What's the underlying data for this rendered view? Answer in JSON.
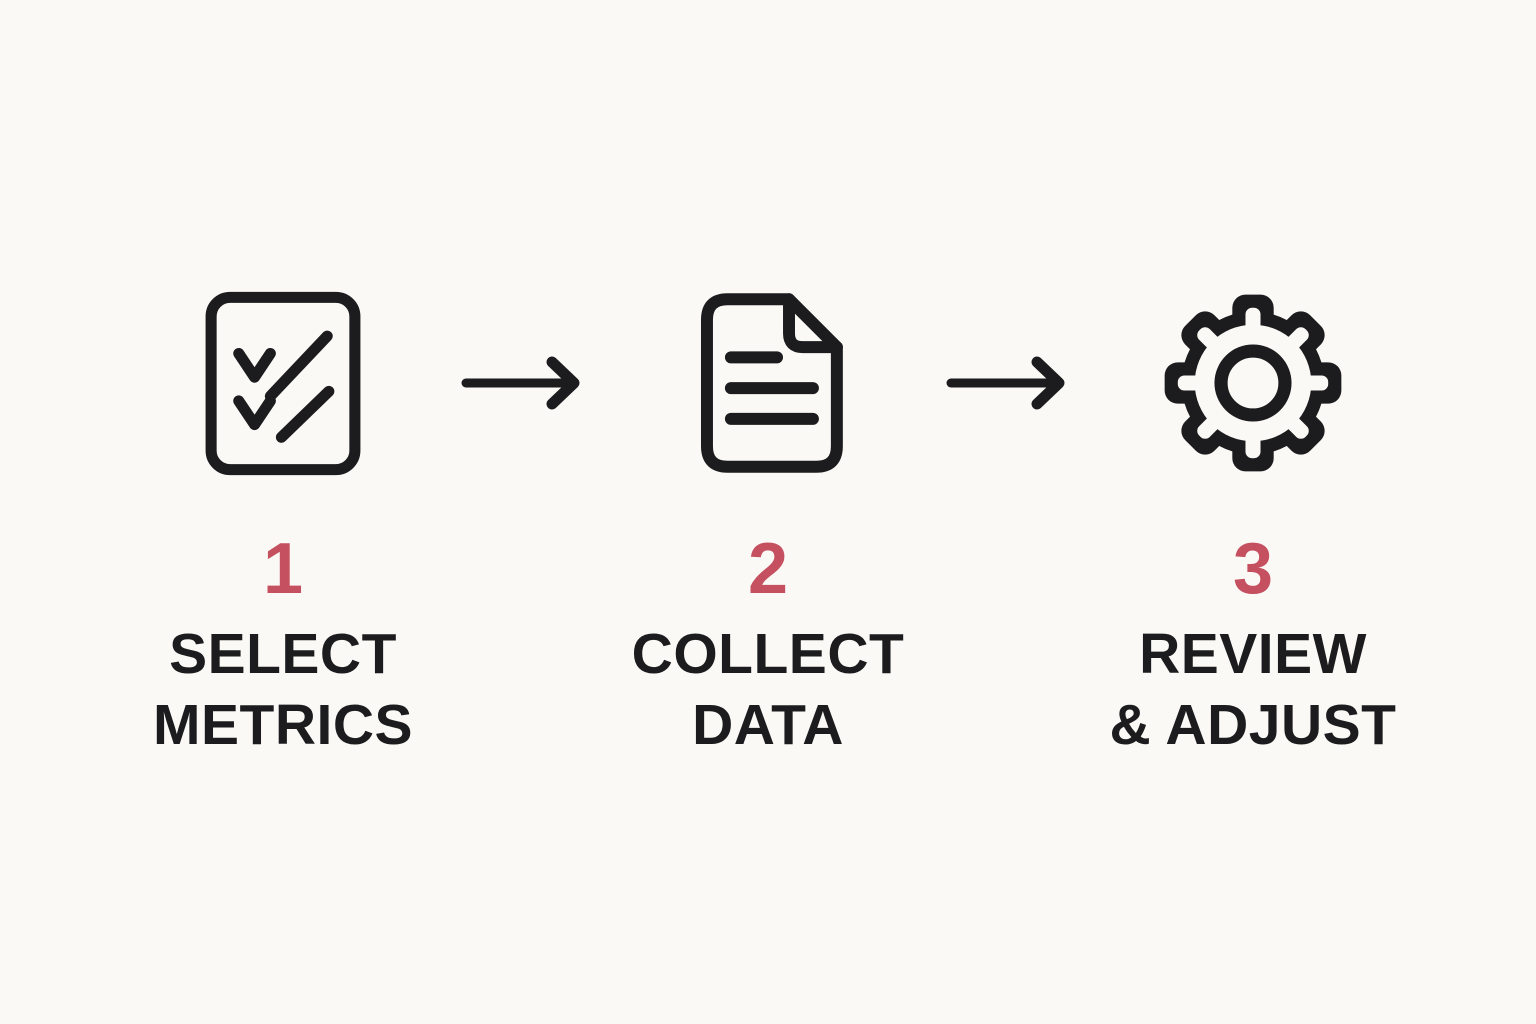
{
  "page": {
    "background": "#faf9f6",
    "ink_color": "#1c1c1e",
    "accent_color": "#c5505f"
  },
  "steps": [
    {
      "number": "1",
      "icon": "checklist-icon",
      "label": [
        "SELECT",
        "METRICS"
      ]
    },
    {
      "number": "2",
      "icon": "document-icon",
      "label": [
        "COLLECT",
        "DATA"
      ]
    },
    {
      "number": "3",
      "icon": "gear-icon",
      "label": [
        "REVIEW",
        "& ADJUST"
      ]
    }
  ],
  "arrows": [
    {
      "icon": "right-arrow-icon"
    },
    {
      "icon": "right-arrow-icon"
    }
  ]
}
